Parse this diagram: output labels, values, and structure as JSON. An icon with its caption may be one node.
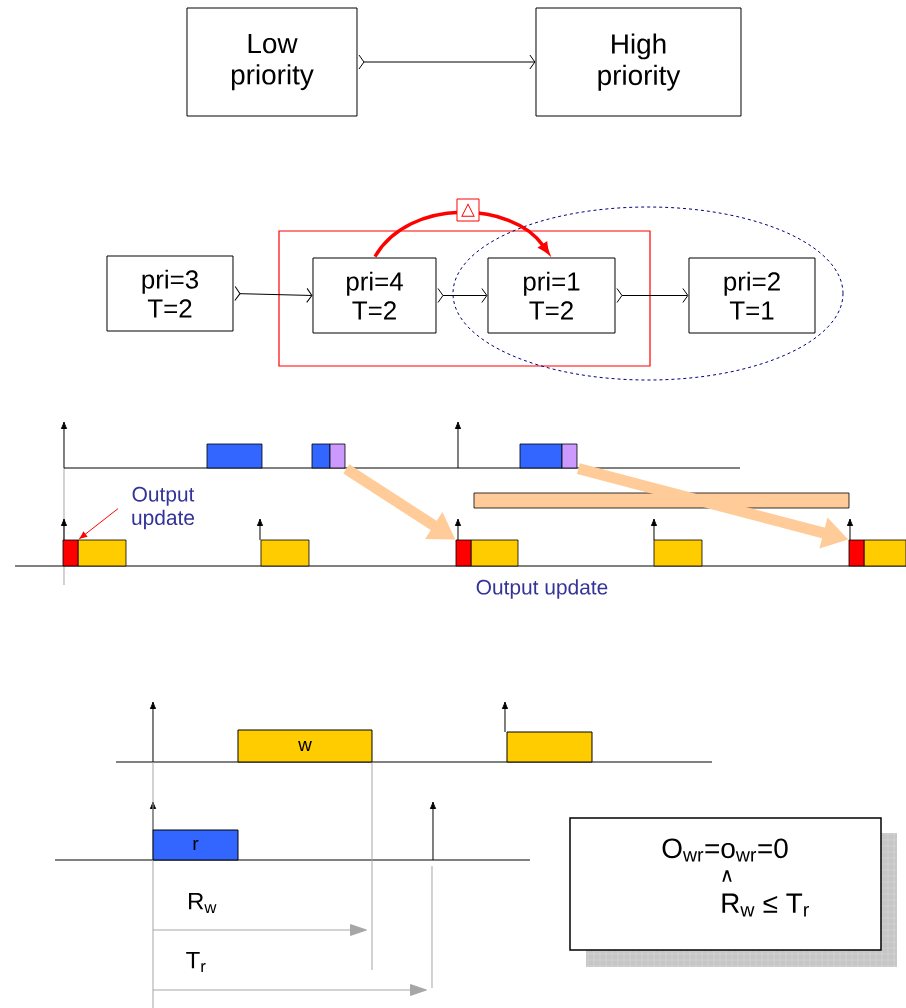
{
  "diagram": {
    "nodes": [
      {
        "text": [
          "Low priority"
        ]
      },
      {
        "text": [
          "High priority"
        ]
      },
      {
        "text": [
          "pri=3 T=2"
        ]
      },
      {
        "text": [],
        "shape": "box"
      },
      {
        "text": [
          "pri=4 T=2"
        ],
        "in": 3
      },
      {
        "text": [],
        "shape": "ellipse"
      },
      {
        "text": [
          "pri=1 T=2"
        ]
      },
      {
        "text": [
          "pri=2 T=1"
        ],
        "in": 5
      },
      {
        "text": [
          "Output update"
        ]
      },
      {
        "text": [],
        "shape": "bar"
      },
      {
        "text": [],
        "shape": "bar"
      },
      {
        "text": [],
        "shape": "bar"
      },
      {
        "text": [],
        "shape": "bar"
      },
      {
        "text": [],
        "shape": "bar"
      },
      {
        "text": [
          "w"
        ]
      },
      {
        "text": [
          "r"
        ]
      },
      {
        "text": [
          "O$_{wr}$=o$_{wr}$=0",
          "∧",
          "R$_{w}$ ≤ T$_{r}$"
        ]
      }
    ],
    "edges": [
      {
        "from": 0,
        "to": 1,
        "arrow": "to"
      },
      {
        "from": 2,
        "to": 4,
        "arrow": "to"
      },
      {
        "from": 4,
        "to": 6,
        "arrow": "to"
      },
      {
        "from": 6,
        "to": 7,
        "arrow": "to"
      },
      {
        "from": 4,
        "to": 6,
        "arrow": "to",
        "label": "△",
        "style": "thick",
        "color": "#ff0000"
      },
      {
        "from": 8,
        "to": 9,
        "arrow": "to",
        "color": "#ff0000"
      },
      {
        "from": 10,
        "to": 11,
        "arrow": "to",
        "style": "thick",
        "color": "#ffcc99"
      },
      {
        "from": 12,
        "to": 13,
        "arrow": "to",
        "style": "thick",
        "color": "#ffcc99"
      }
    ],
    "labels": [
      "Output update",
      "R$_{w}$",
      "T$_{r}$"
    ]
  }
}
